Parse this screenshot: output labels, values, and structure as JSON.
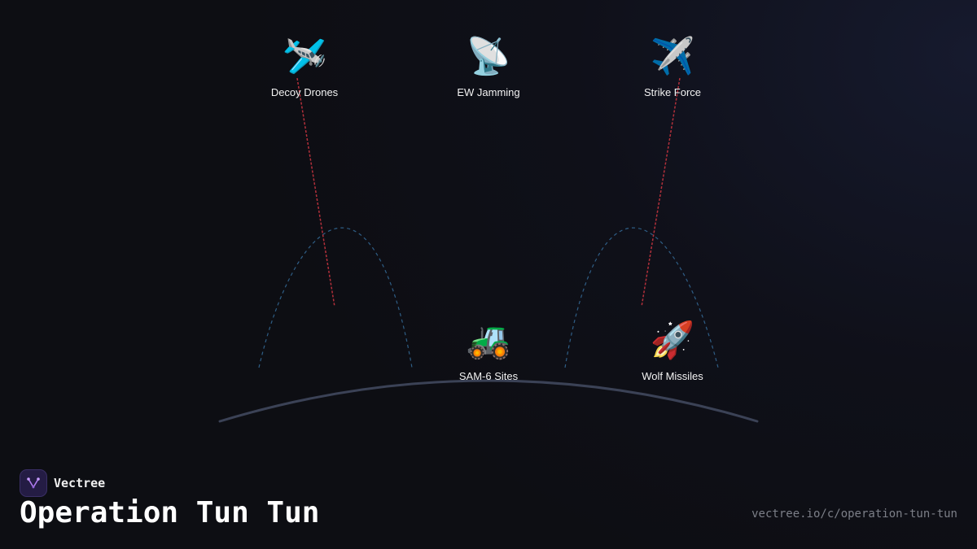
{
  "nodes": {
    "decoy_drones": {
      "label": "Decoy Drones",
      "icon": "drone-icon",
      "glyph": "🛩️"
    },
    "ew_jamming": {
      "label": "EW Jamming",
      "icon": "satellite-dish-icon",
      "glyph": "📡"
    },
    "strike_force": {
      "label": "Strike Force",
      "icon": "airplane-icon",
      "glyph": "✈️"
    },
    "sam6_sites": {
      "label": "SAM-6 Sites",
      "icon": "tractor-icon",
      "glyph": "🚜"
    },
    "wolf_missiles": {
      "label": "Wolf Missiles",
      "icon": "rocket-icon",
      "glyph": "🚀"
    }
  },
  "colors": {
    "attack_line": "#b3303b",
    "radar_arc": "#2f5e86",
    "horizon": "#3b4256"
  },
  "footer": {
    "brand": "Vectree",
    "title": "Operation Tun Tun",
    "url": "vectree.io/c/operation-tun-tun"
  }
}
